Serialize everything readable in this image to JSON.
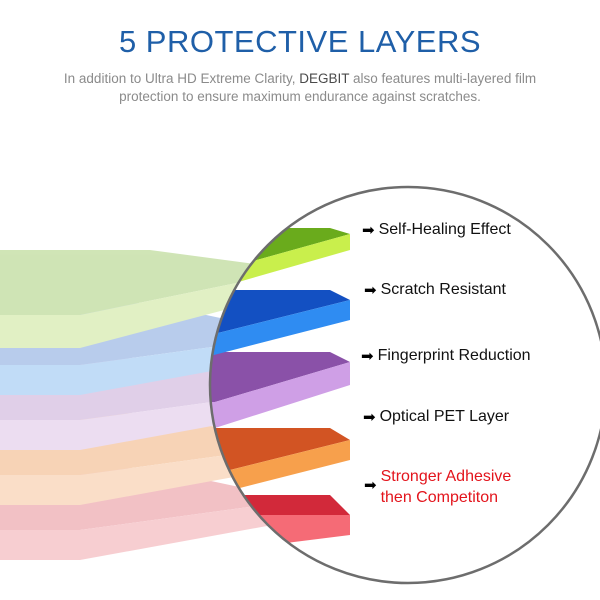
{
  "header": {
    "title": "5 PROTECTIVE LAYERS",
    "subtitle_before": "In addition to Ultra HD Extreme Clarity, ",
    "subtitle_brand": "DEGBIT",
    "subtitle_after": " also features multi-layered film protection to ensure maximum endurance against scratches."
  },
  "layers": [
    {
      "label": "Self-Healing Effect",
      "color": "#7ab82a"
    },
    {
      "label": "Scratch Resistant",
      "color": "#1d6fd8"
    },
    {
      "label": "Fingerprint Reduction",
      "color": "#a066c4"
    },
    {
      "label": "Optical PET Layer",
      "color": "#e8742c"
    },
    {
      "label_line1": "Stronger Adhesive",
      "label_line2": "then Competiton",
      "color": "#e14b5a"
    }
  ],
  "arrow_glyph": "➡"
}
